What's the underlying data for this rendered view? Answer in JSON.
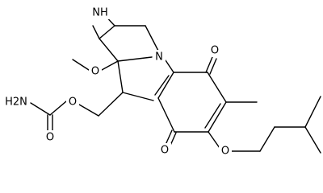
{
  "molecule": {
    "atoms": {
      "nh": "NH",
      "n_ring": "N",
      "o_methoxy": "O",
      "o_ketone_top": "O",
      "o_ketone_bottom": "O",
      "o_ester": "O",
      "o_carbonyl": "O",
      "nh2": "H2N",
      "o_ether": "O"
    },
    "colors": {
      "bond": "#000000",
      "label": "#000000",
      "background": "#ffffff"
    }
  }
}
